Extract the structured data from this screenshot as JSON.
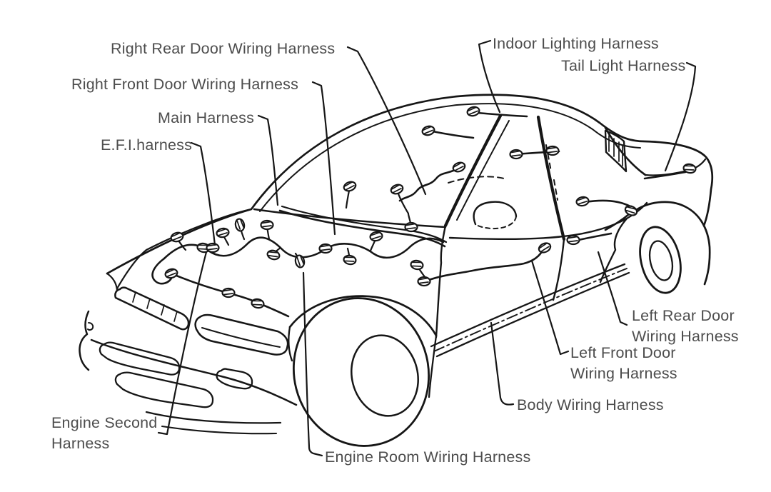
{
  "diagram": {
    "labels": [
      {
        "id": "right-rear-door-wiring-harness",
        "lines": [
          "Right Rear Door Wiring Harness"
        ]
      },
      {
        "id": "right-front-door-wiring-harness",
        "lines": [
          "Right Front Door Wiring Harness"
        ]
      },
      {
        "id": "main-harness",
        "lines": [
          "Main Harness"
        ]
      },
      {
        "id": "efi-harness",
        "lines": [
          "E.F.I.harness"
        ]
      },
      {
        "id": "indoor-lighting-harness",
        "lines": [
          "Indoor Lighting Harness"
        ]
      },
      {
        "id": "tail-light-harness",
        "lines": [
          "Tail Light Harness"
        ]
      },
      {
        "id": "left-rear-door-wiring-harness",
        "lines": [
          "Left Rear Door",
          "Wiring Harness"
        ]
      },
      {
        "id": "left-front-door-wiring-harness",
        "lines": [
          "Left Front Door",
          "Wiring Harness"
        ]
      },
      {
        "id": "body-wiring-harness",
        "lines": [
          "Body Wiring Harness"
        ]
      },
      {
        "id": "engine-second-harness",
        "lines": [
          "Engine Second",
          "Harness"
        ]
      },
      {
        "id": "engine-room-wiring-harness",
        "lines": [
          "Engine Room Wiring Harness"
        ]
      }
    ],
    "colors": {
      "line": "#161616",
      "label_text": "#4d4d4d",
      "background": "#ffffff"
    }
  }
}
